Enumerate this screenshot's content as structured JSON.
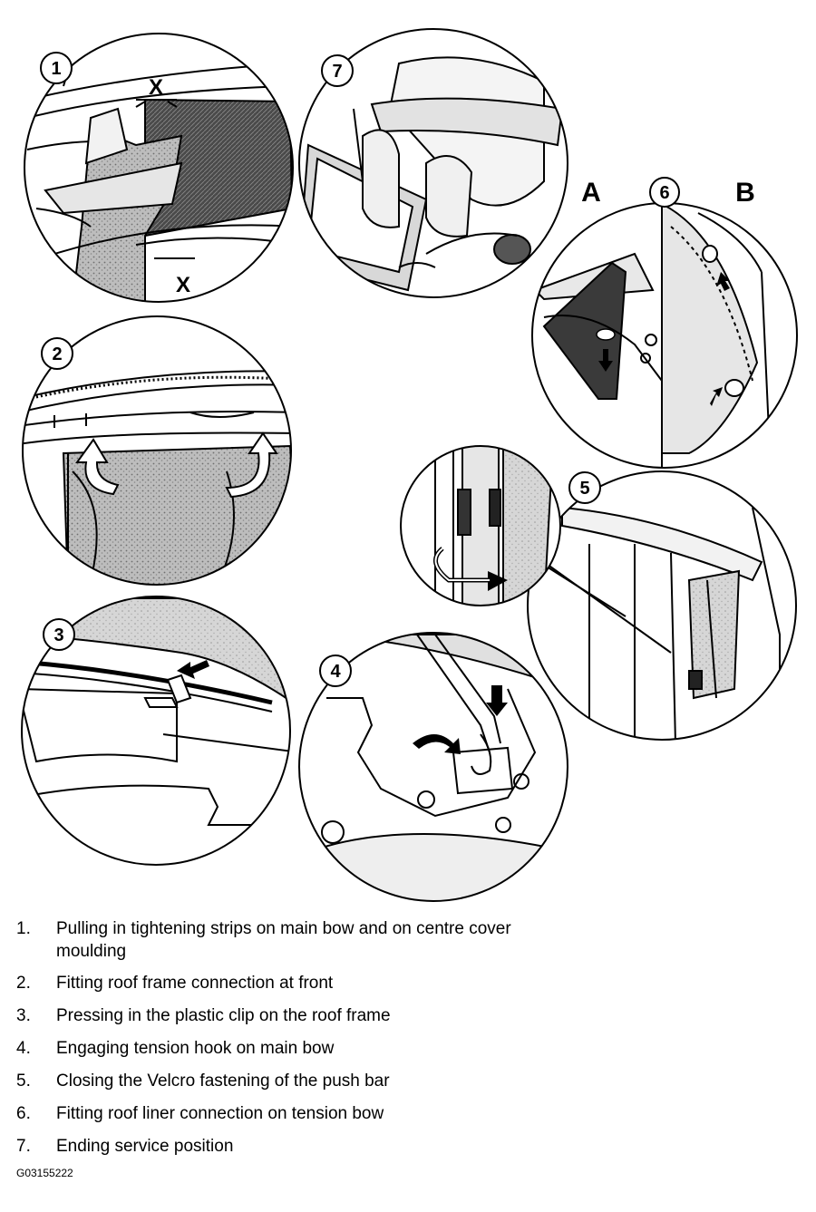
{
  "callouts": {
    "c1": "1",
    "c2": "2",
    "c3": "3",
    "c4": "4",
    "c5": "5",
    "c6": "6",
    "c7": "7",
    "letter_a": "A",
    "letter_b": "B",
    "x_top": "X",
    "x_bottom": "X"
  },
  "legend": [
    {
      "num": "1.",
      "text": "Pulling in tightening strips on main bow and on centre cover moulding"
    },
    {
      "num": "2.",
      "text": "Fitting roof frame connection at front"
    },
    {
      "num": "3.",
      "text": "Pressing in the plastic clip on the roof frame"
    },
    {
      "num": "4.",
      "text": "Engaging tension hook on main bow"
    },
    {
      "num": "5.",
      "text": "Closing the Velcro fastening of the push bar"
    },
    {
      "num": "6.",
      "text": "Fitting roof liner connection on tension bow"
    },
    {
      "num": "7.",
      "text": "Ending service position"
    }
  ],
  "figure_code": "G03155222"
}
